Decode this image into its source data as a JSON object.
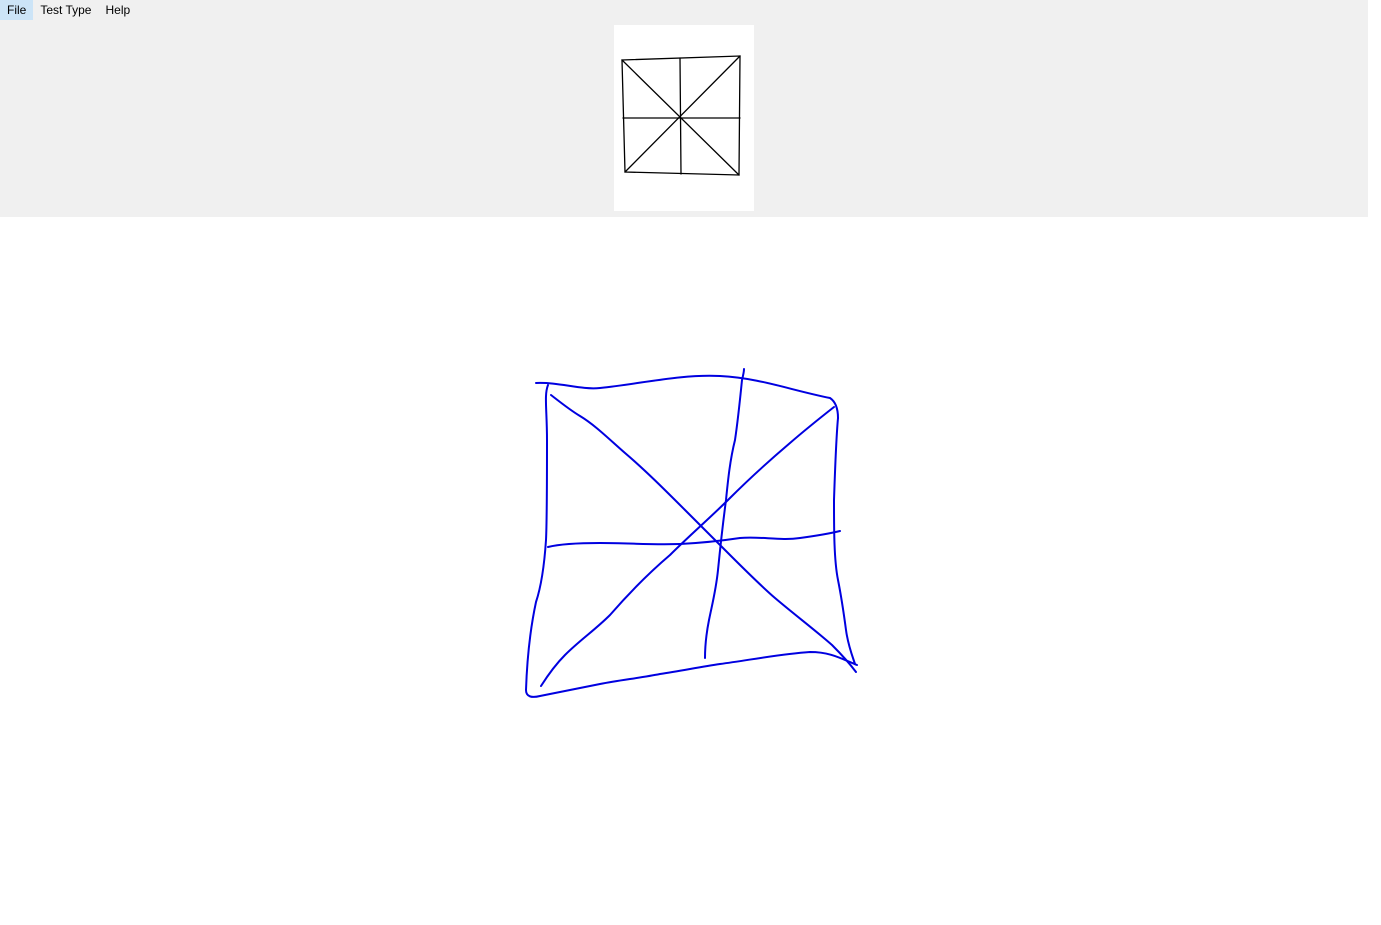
{
  "menubar": {
    "items": [
      {
        "label": "File"
      },
      {
        "label": "Test Type"
      },
      {
        "label": "Help"
      }
    ]
  },
  "reference_figure": {
    "icon": "square-with-cross-and-diagonals",
    "stroke_color": "#000000"
  },
  "drawing": {
    "stroke_color": "#0000e0"
  },
  "colors": {
    "panel_background": "#f0f0f0",
    "canvas_background": "#ffffff"
  }
}
